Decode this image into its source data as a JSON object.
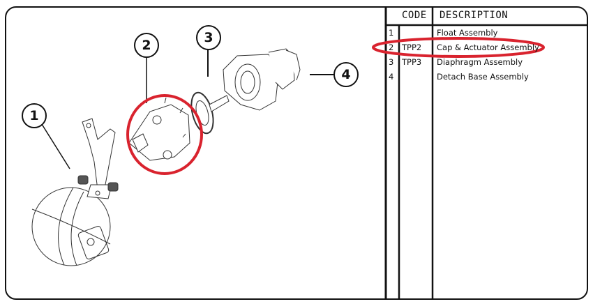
{
  "parts_table": {
    "headers": {
      "num": "",
      "code": "CODE",
      "description": "DESCRIPTION"
    },
    "rows": [
      {
        "num": "1",
        "code": "",
        "description": "Float Assembly"
      },
      {
        "num": "2",
        "code": "TPP2",
        "description": "Cap & Actuator Assembly",
        "highlighted": true
      },
      {
        "num": "3",
        "code": "TPP3",
        "description": "Diaphragm Assembly"
      },
      {
        "num": "4",
        "code": "",
        "description": "Detach Base Assembly"
      }
    ]
  },
  "callouts": [
    {
      "label": "1",
      "part": "Float Assembly"
    },
    {
      "label": "2",
      "part": "Cap & Actuator Assembly"
    },
    {
      "label": "3",
      "part": "Diaphragm Assembly"
    },
    {
      "label": "4",
      "part": "Detach Base Assembly"
    }
  ],
  "highlight_color": "#d9232e"
}
